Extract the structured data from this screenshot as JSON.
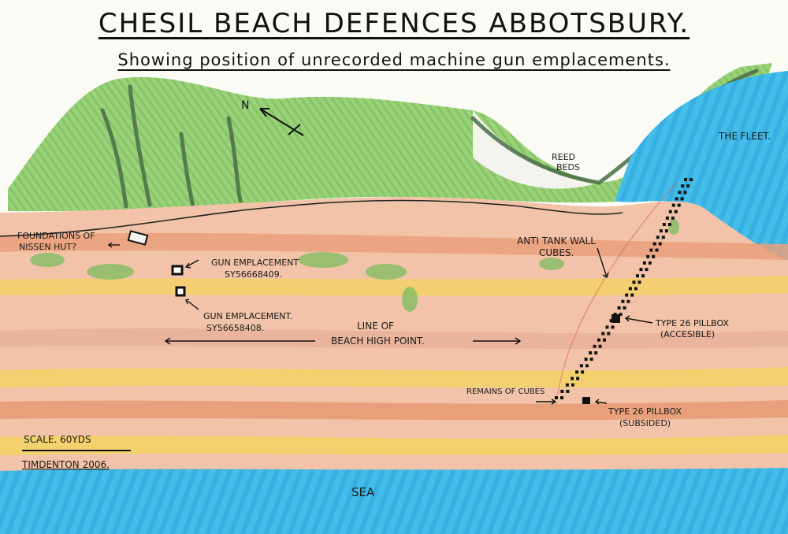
{
  "title": "CHESIL BEACH DEFENCES   ABBOTSBURY.",
  "subtitle": "Showing position of unrecorded  machine gun emplacements.",
  "labels": {
    "north": "N",
    "the_fleet": "THE FLEET.",
    "reed_beds_1": "REED",
    "reed_beds_2": "BEDS",
    "nissen_1": "FOUNDATIONS OF",
    "nissen_2": "NISSEN HUT?",
    "gun1_1": "GUN EMPLACEMENT",
    "gun1_2": "SY56668409.",
    "gun2_1": "GUN EMPLACEMENT.",
    "gun2_2": "SY56658408.",
    "beach_1": "LINE OF",
    "beach_2": "BEACH HIGH POINT.",
    "antitank_1": "ANTI TANK WALL",
    "antitank_2": "CUBES.",
    "pillbox1_1": "TYPE 26 PILLBOX",
    "pillbox1_2": "(ACCESIBLE)",
    "pillbox2_1": "TYPE 26 PILLBOX",
    "pillbox2_2": "(SUBSIDED)",
    "remains": "REMAINS OF CUBES",
    "sea": "SEA",
    "scale": "SCALE.     60YDS",
    "author": "TIMDENTON 2006."
  },
  "colors": {
    "sea": "#3fb7e6",
    "fleet": "#3aaee8",
    "green": "#7cc35a",
    "dark_green": "#4f7a47",
    "shingle_orange": "#eaa07a",
    "shingle_yellow": "#f2dd4f",
    "pencil": "#1a1a1a"
  }
}
